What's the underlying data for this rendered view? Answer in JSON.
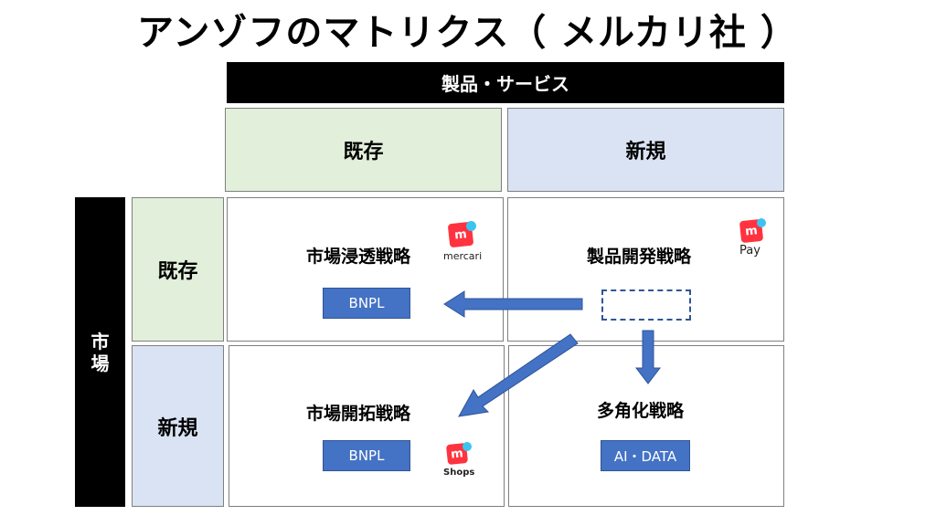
{
  "title": "アンゾフのマトリクス（ メルカリ社 ）",
  "header_top": "製品・サービス",
  "header_side": [
    "市",
    "場"
  ],
  "columns": {
    "existing": "既存",
    "new": "新規"
  },
  "rows": {
    "existing": "既存",
    "new": "新規"
  },
  "quadrants": {
    "market_penetration": {
      "label": "市場浸透戦略",
      "tag": "BNPL",
      "logo_text": "mercari",
      "logo_glyph": "m"
    },
    "product_development": {
      "label": "製品開発戦略",
      "logo_text": "Pay",
      "logo_glyph": "m"
    },
    "market_development": {
      "label": "市場開拓戦略",
      "tag": "BNPL",
      "logo_text": "Shops",
      "logo_glyph": "m"
    },
    "diversification": {
      "label": "多角化戦略",
      "tag": "AI・DATA"
    }
  },
  "colors": {
    "existing_header": "#e2efda",
    "new_header": "#dae3f3",
    "arrow": "#4472c4",
    "tag": "#4472c4",
    "logo_red": "#ff333f",
    "logo_dot": "#3cc4f0"
  }
}
